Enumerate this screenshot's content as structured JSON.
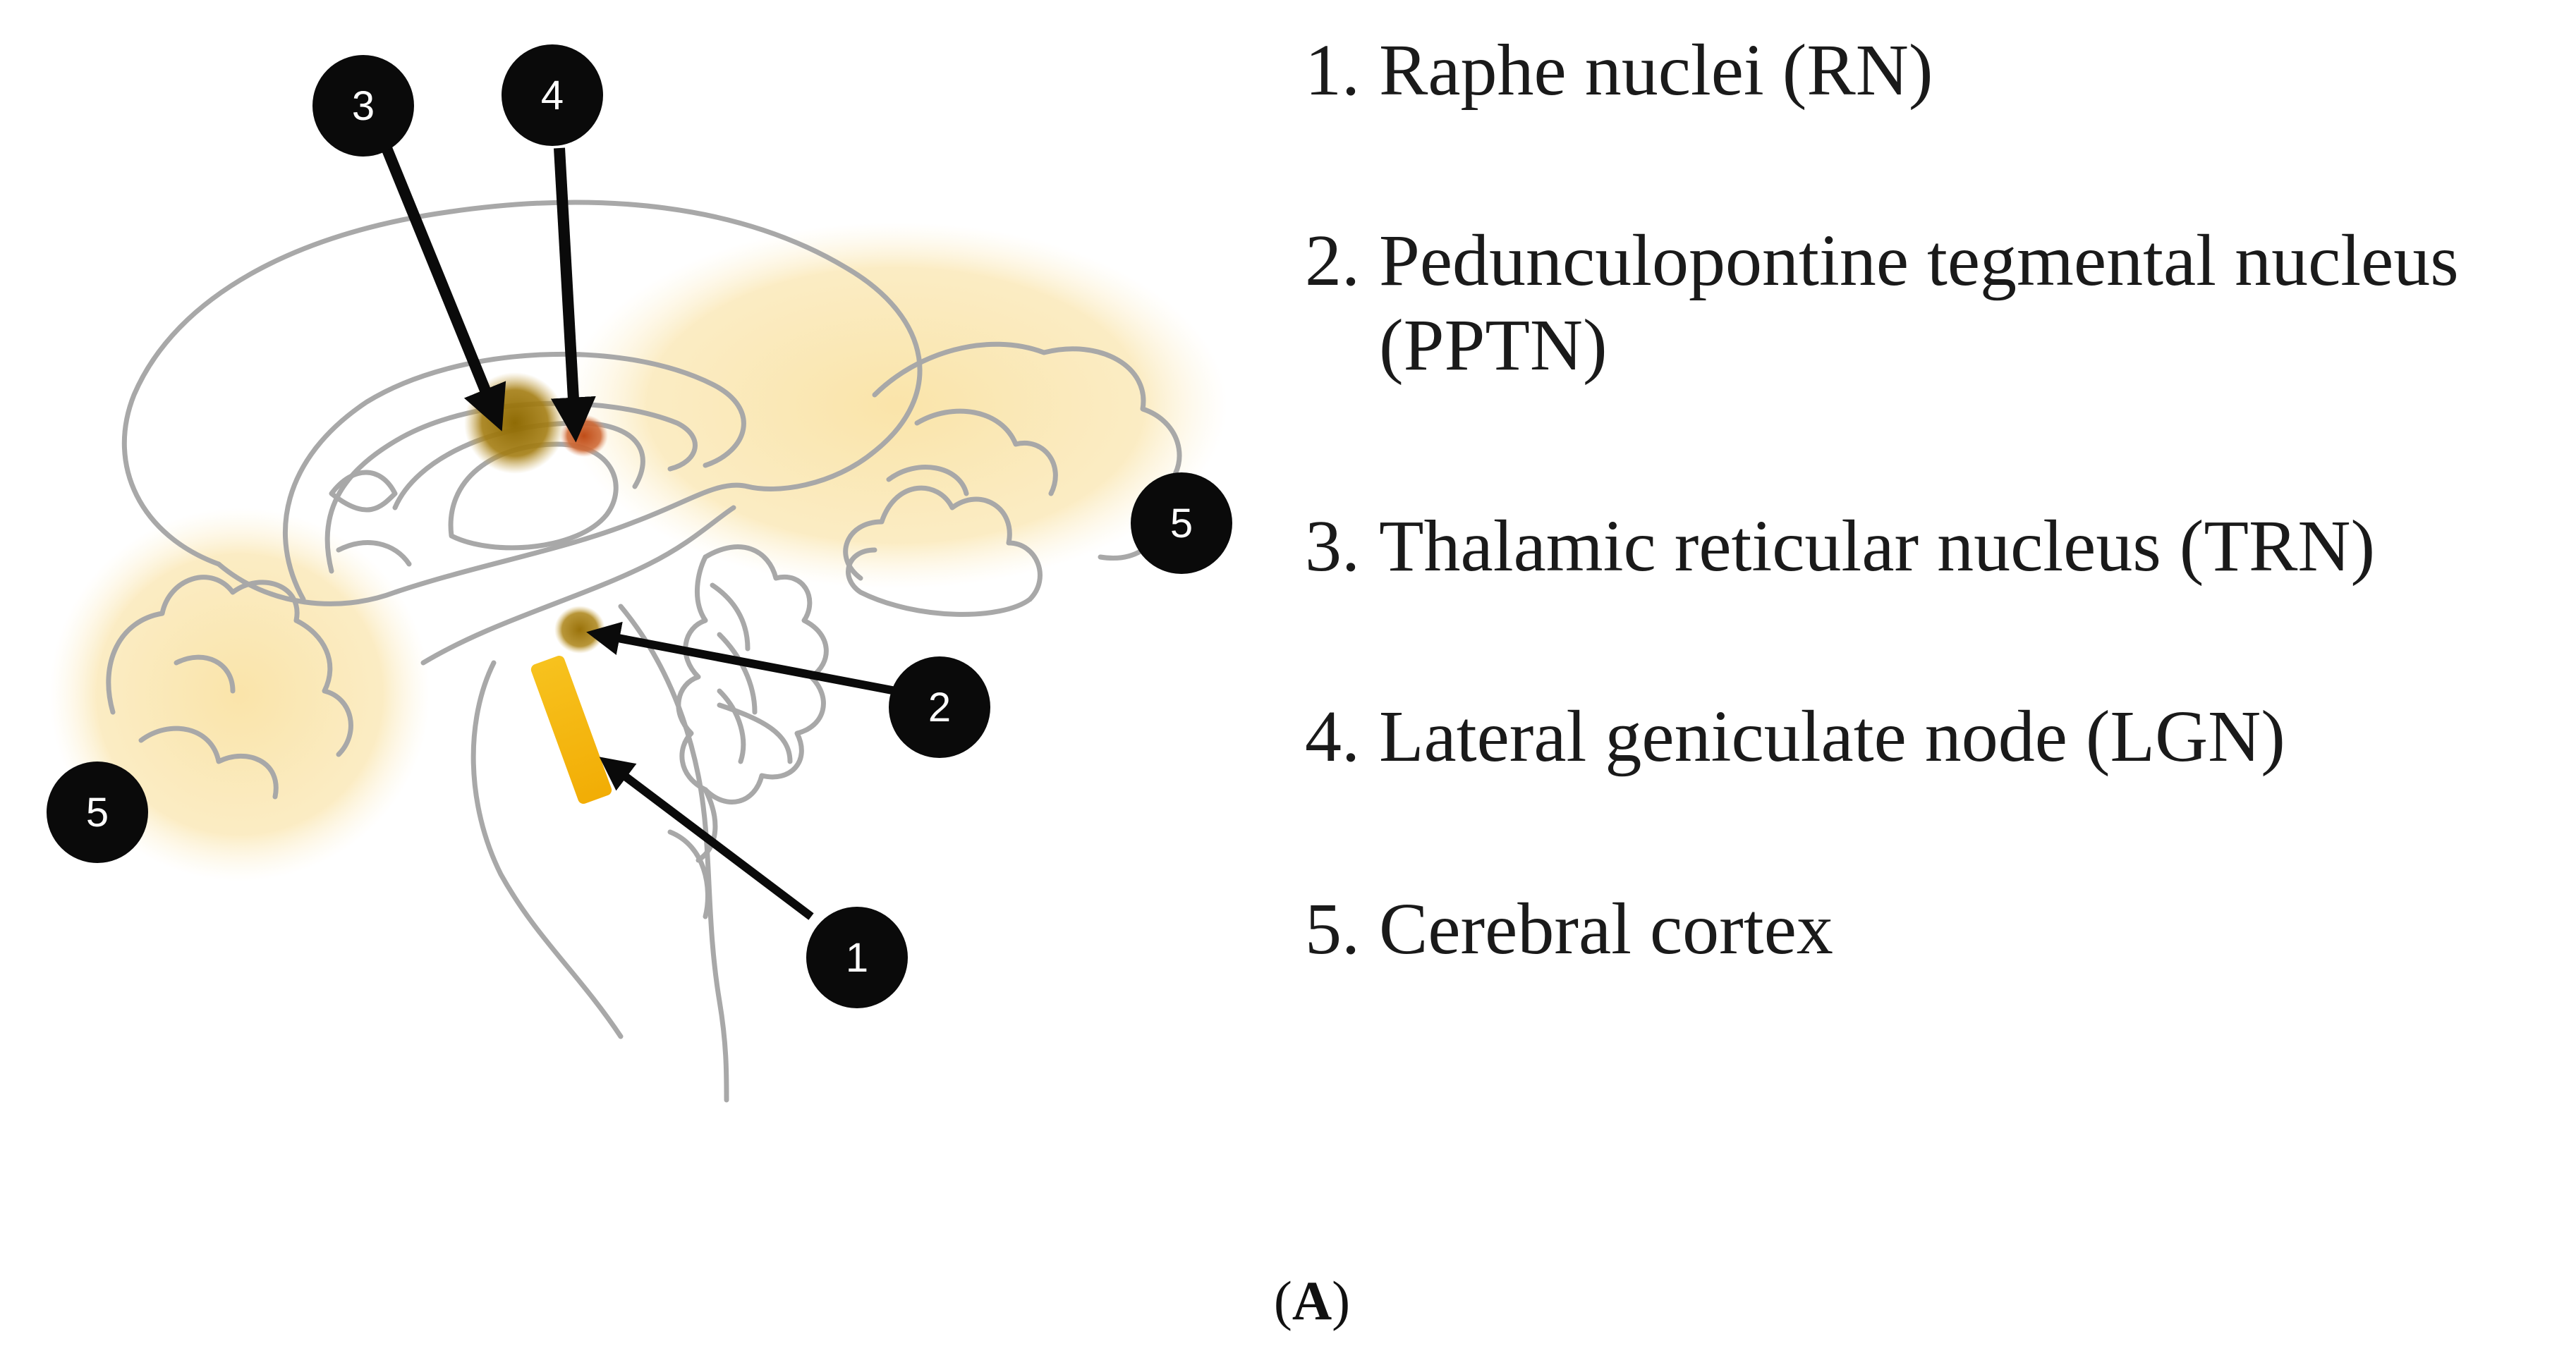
{
  "legend": [
    {
      "number": "1.",
      "label": "Raphe nuclei (RN)"
    },
    {
      "number": "2.",
      "label": "Pedunculopontine tegmental nucleus (PPTN)"
    },
    {
      "number": "3.",
      "label": "Thalamic reticular nucleus (TRN)"
    },
    {
      "number": "4.",
      "label": "Lateral geniculate node (LGN)"
    },
    {
      "number": "5.",
      "label": "Cerebral cortex"
    }
  ],
  "markers": {
    "m1": "1",
    "m2": "2",
    "m3": "3",
    "m4": "4",
    "m5_front": "5",
    "m5_back": "5"
  },
  "panel": {
    "open": "(",
    "letter": "A",
    "close": ")"
  },
  "colors": {
    "cortex_highlight": "#f9e3a6",
    "trn": "#9a7408",
    "lgn": "#c2541f",
    "pptn": "#a17a10",
    "raphe": "#f5b80a",
    "marker": "#0a0a0a",
    "outline": "#a8a8a8"
  }
}
